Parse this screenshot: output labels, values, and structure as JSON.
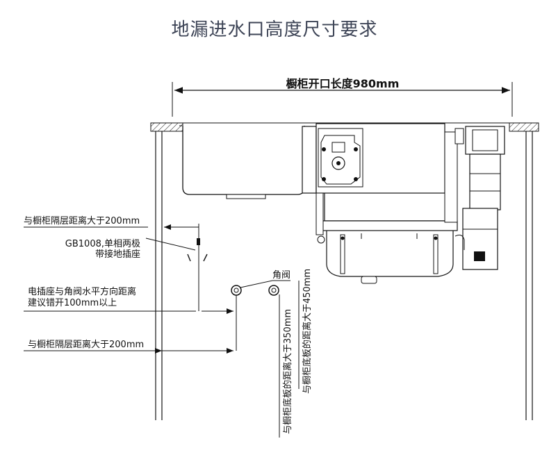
{
  "title": "地漏进水口高度尺寸要求",
  "dims": {
    "cabinet_opening": "橱柜开口长度980mm",
    "shelf_top": "与橱柜隔层距离大于200mm",
    "shelf_bottom": "与橱柜隔层距离大于200mm",
    "horizontal_offset_l1": "电插座与角阀水平方向距离",
    "horizontal_offset_l2": "建议错开100mm以上",
    "height_350": "与橱柜底板的距离大于350mm",
    "height_450": "与橱柜底板的距离大于450mm"
  },
  "labels": {
    "socket_l1": "GB1008,单相两极",
    "socket_l2": "带接地插座",
    "angle_valve": "角阀"
  },
  "colors": {
    "title": "#3d4456",
    "line": "#111111"
  }
}
